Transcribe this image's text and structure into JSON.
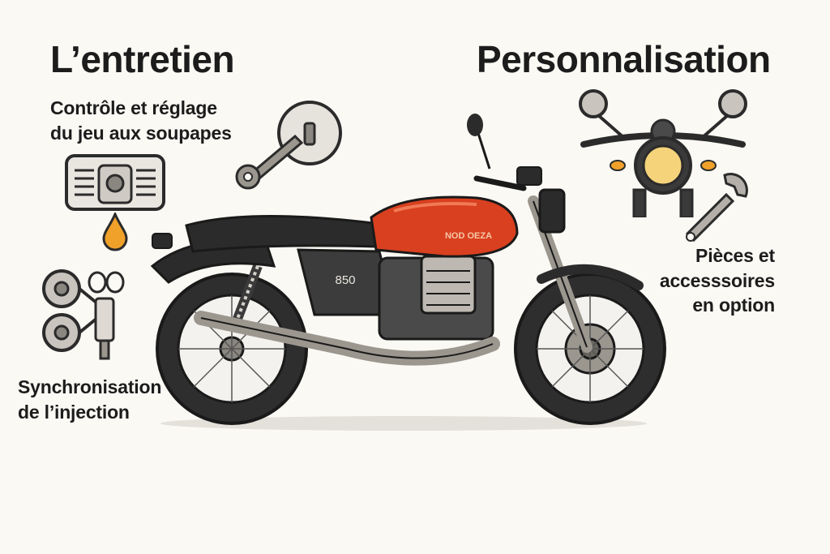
{
  "titles": {
    "left": "L’entretien",
    "right": "Personnalisation"
  },
  "captions": {
    "valve": "Contrôle et réglage\ndu jeu aux soupapes",
    "sync": "Synchronisation\nde l’injection",
    "parts": "Pièces et\naccesssoires\nen option"
  },
  "motorcycle": {
    "tank_logo": "NOD OEZA",
    "side_panel": "850"
  },
  "icons": [
    "engine-cylinder-icon",
    "oil-drop-icon",
    "mirror-wrench-icon",
    "throttle-body-sync-icon",
    "handlebar-headlight-icon",
    "wrench-icon"
  ],
  "colors": {
    "background": "#fbf9f4",
    "tank_red": "#d9401f",
    "oil": "#f0a12a",
    "dark": "#2b2b2b"
  }
}
